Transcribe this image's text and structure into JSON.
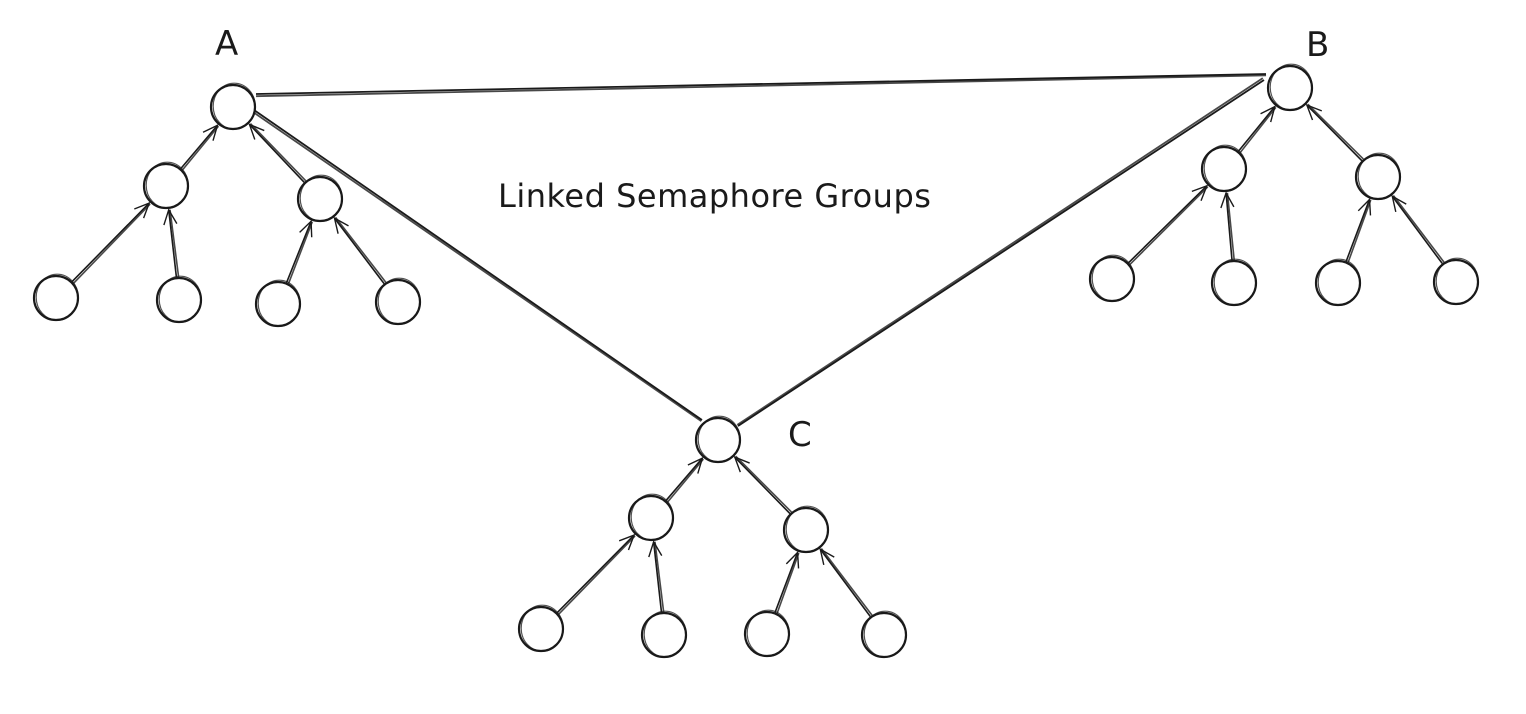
{
  "diagram": {
    "title": "Linked Semaphore Groups",
    "groups": [
      {
        "label": "A"
      },
      {
        "label": "B"
      },
      {
        "label": "C"
      }
    ],
    "links": [
      [
        "A",
        "B"
      ],
      [
        "A",
        "C"
      ],
      [
        "B",
        "C"
      ]
    ]
  }
}
